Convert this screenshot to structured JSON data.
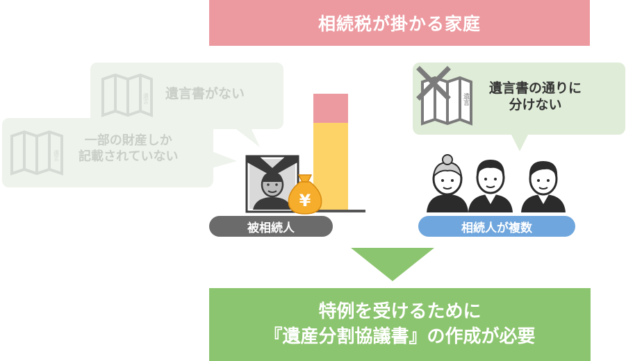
{
  "title": "相続税が掛かる家庭",
  "bubbles": {
    "no_will": "遺言書がない",
    "partial_line1": "一部の財産しか",
    "partial_line2": "記載されていない",
    "cannot_split_line1": "遺言書の通りに",
    "cannot_split_line2": "分けない"
  },
  "document_icon_text": "遺言",
  "money_bag_symbol": "¥",
  "labels": {
    "decedent": "被相続人",
    "heirs": "相続人が複数"
  },
  "result": {
    "line1": "特例を受けるために",
    "line2": "『遺産分割協議書』の作成が必要"
  },
  "colors": {
    "title_banner": "#ec9aa0",
    "result_box": "#8cc56f",
    "arrow": "#8cc56f",
    "decedent_pill": "#6b6b6b",
    "heirs_pill": "#6fa6dd",
    "bar_top": "#ec9aa0",
    "bar_main": "#fdd367",
    "money_bag": "#f6ad2b"
  }
}
